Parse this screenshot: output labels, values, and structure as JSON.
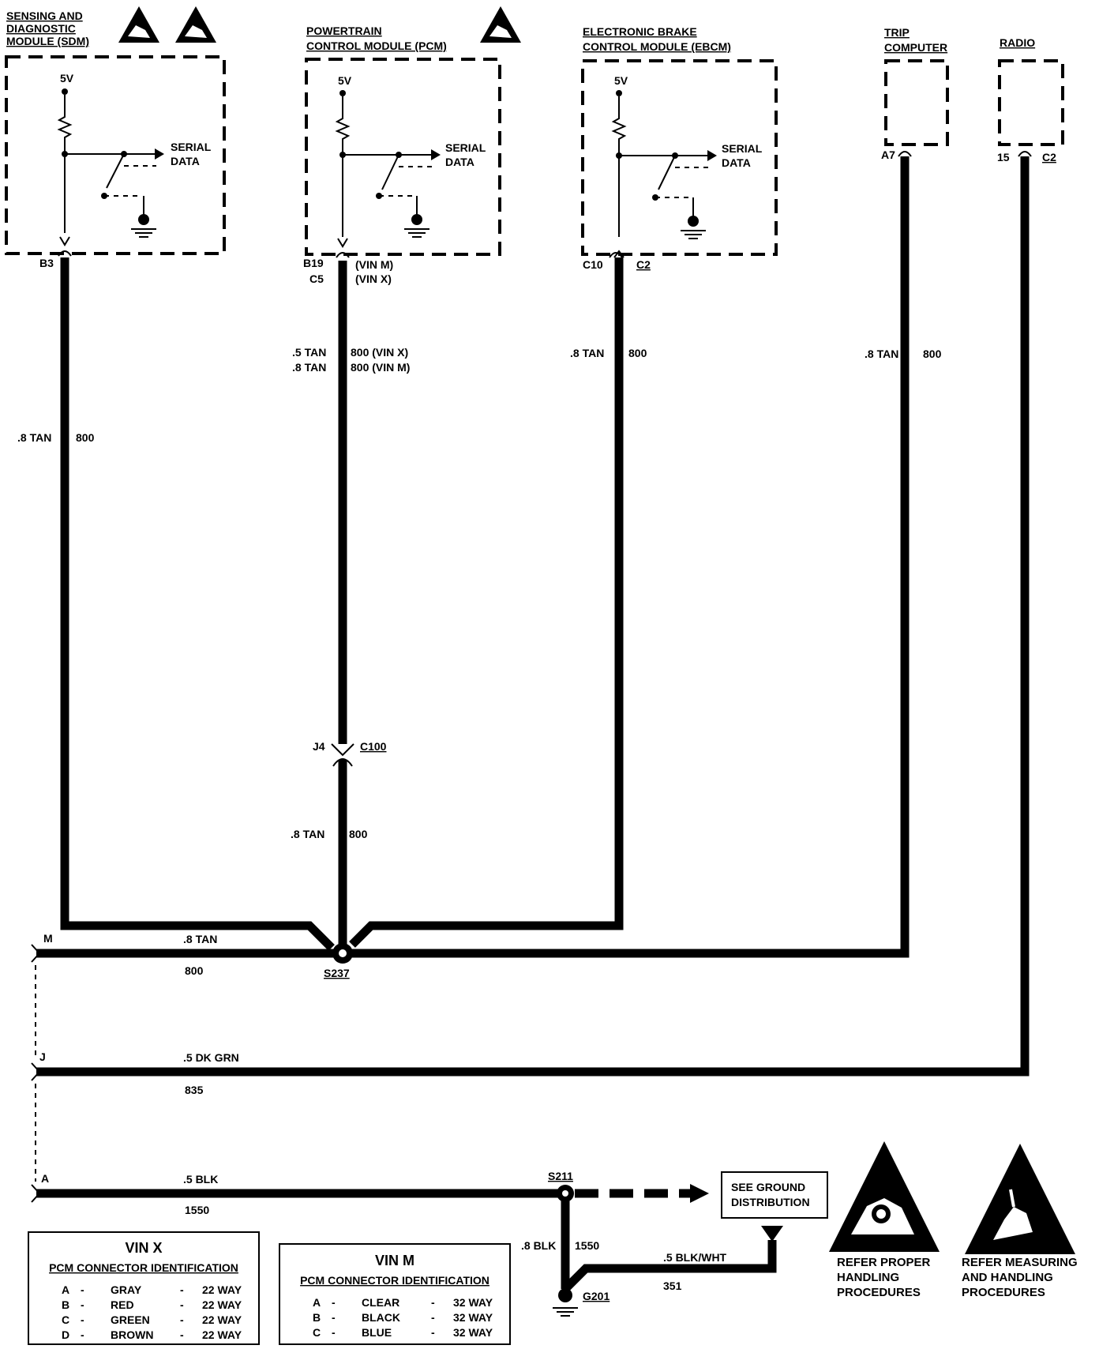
{
  "modules": {
    "sdm": {
      "title_lines": [
        "SENSING AND",
        "DIAGNOSTIC",
        "MODULE (SDM)"
      ],
      "supply": "5V",
      "serial_lines": [
        "SERIAL",
        "DATA"
      ],
      "pin": "B3"
    },
    "pcm": {
      "title_lines": [
        "POWERTRAIN",
        "CONTROL MODULE (PCM)"
      ],
      "supply": "5V",
      "serial_lines": [
        "SERIAL",
        "DATA"
      ],
      "pins": [
        "B19",
        "C5"
      ],
      "pin_notes": [
        "(VIN M)",
        "(VIN X)"
      ]
    },
    "ebcm": {
      "title_lines": [
        "ELECTRONIC BRAKE",
        "CONTROL MODULE (EBCM)"
      ],
      "supply": "5V",
      "serial_lines": [
        "SERIAL",
        "DATA"
      ],
      "pin": "C10",
      "connector": "C2"
    },
    "trip": {
      "title_lines": [
        "TRIP",
        "COMPUTER"
      ],
      "pin": "A7"
    },
    "radio": {
      "title_lines": [
        "RADIO"
      ],
      "pin": "15",
      "connector": "C2"
    }
  },
  "wires": {
    "sdm": {
      "size": ".8 TAN",
      "circuit": "800"
    },
    "pcm_upper": {
      "size_lines": [
        ".5 TAN",
        ".8 TAN"
      ],
      "circuit_lines": [
        "800  (VIN X)",
        "800  (VIN M)"
      ]
    },
    "ebcm": {
      "size": ".8 TAN",
      "circuit": "800"
    },
    "trip": {
      "size": ".8 TAN",
      "circuit": "800"
    },
    "pcm_lower": {
      "size": ".8 TAN",
      "circuit": "800"
    },
    "bus_m": {
      "size": ".8 TAN",
      "circuit": "800"
    },
    "bus_j": {
      "size": ".5 DK GRN",
      "circuit": "835"
    },
    "bus_a": {
      "size": ".5 BLK",
      "circuit": "1550"
    },
    "ground_drop": {
      "size": ".8 BLK",
      "circuit": "1550"
    },
    "ground_ext": {
      "size": ".5 BLK/WHT",
      "circuit": "351"
    }
  },
  "connectors": {
    "c100_pin": "J4",
    "c100_name": "C100",
    "m_pin": "M",
    "j_pin": "J",
    "a_pin": "A"
  },
  "splices": {
    "s237": "S237",
    "s211": "S211"
  },
  "grounds": {
    "g201": "G201"
  },
  "ground_note_lines": [
    "SEE GROUND",
    "DISTRIBUTION"
  ],
  "tables": {
    "vin_x": {
      "title": "VIN X",
      "subtitle": "PCM CONNECTOR IDENTIFICATION",
      "rows": [
        [
          "A",
          "-",
          "GRAY",
          "-",
          "22 WAY"
        ],
        [
          "B",
          "-",
          "RED",
          "-",
          "22 WAY"
        ],
        [
          "C",
          "-",
          "GREEN",
          "-",
          "22 WAY"
        ],
        [
          "D",
          "-",
          "BROWN",
          "-",
          "22 WAY"
        ]
      ]
    },
    "vin_m": {
      "title": "VIN M",
      "subtitle": "PCM CONNECTOR IDENTIFICATION",
      "rows": [
        [
          "A",
          "-",
          "CLEAR",
          "-",
          "32 WAY"
        ],
        [
          "B",
          "-",
          "BLACK",
          "-",
          "32 WAY"
        ],
        [
          "C",
          "-",
          "BLUE",
          "-",
          "32 WAY"
        ]
      ]
    }
  },
  "notices": {
    "handling": [
      "REFER PROPER",
      "HANDLING",
      "PROCEDURES"
    ],
    "measuring": [
      "REFER MEASURING",
      "AND HANDLING",
      "PROCEDURES"
    ]
  }
}
